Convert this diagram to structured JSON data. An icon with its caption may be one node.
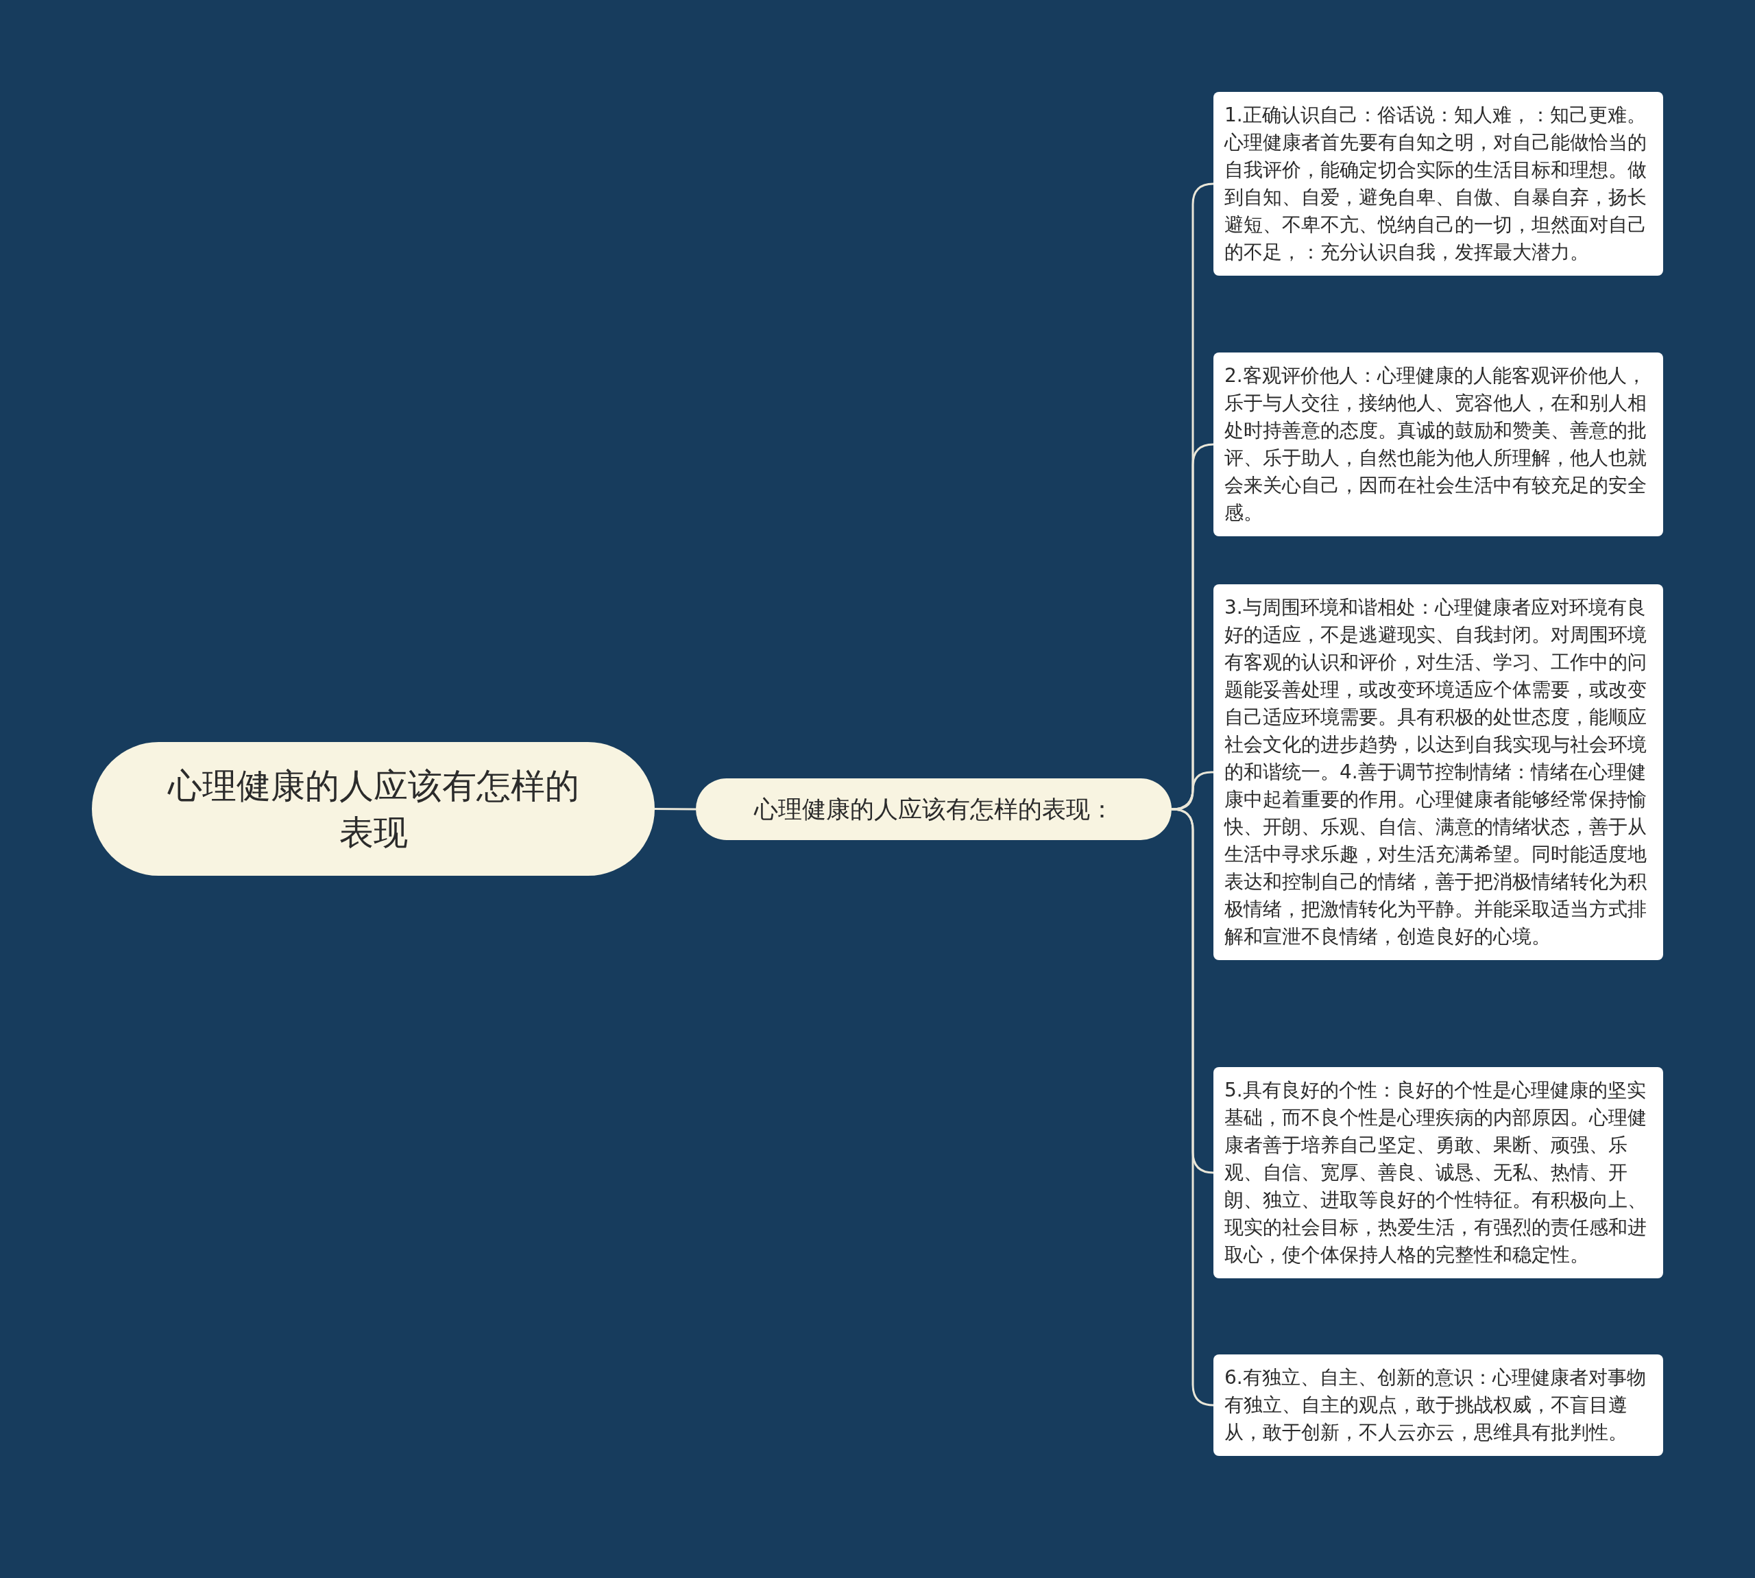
{
  "diagram": {
    "nodes": [
      {
        "text": [
          "心理健康的人应该有怎样的表现"
        ]
      },
      {
        "text": [
          "心理健康的人应该有怎样的表现："
        ]
      },
      {
        "text": [
          "1.正确认识自己：俗话说：知人难，：知己更难。心理健康者首先要有自知之明，对自己能做恰当的自我评价，能确定切合实际的生活目标和理想。做到自知、自爱，避免自卑、自傲、自暴自弃，扬长避短、不卑不亢、悦纳自己的一切，坦然面对自己的不足，：充分认识自我，发挥最大潜力。"
        ]
      },
      {
        "text": [
          "2.客观评价他人：心理健康的人能客观评价他人，乐于与人交往，接纳他人、宽容他人，在和别人相处时持善意的态度。真诚的鼓励和赞美、善意的批评、乐于助人，自然也能为他人所理解，他人也就会来关心自己，因而在社会生活中有较充足的安全感。"
        ]
      },
      {
        "text": [
          "3.与周围环境和谐相处：心理健康者应对环境有良好的适应，不是逃避现实、自我封闭。对周围环境有客观的认识和评价，对生活、学习、工作中的问题能妥善处理，或改变环境适应个体需要，或改变自己适应环境需要。具有积极的处世态度，能顺应社会文化的进步趋势，以达到自我实现与社会环境的和谐统一。4.善于调节控制情绪：情绪在心理健康中起着重要的作用。心理健康者能够经常保持愉快、开朗、乐观、自信、满意的情绪状态，善于从生活中寻求乐趣，对生活充满希望。同时能适度地表达和控制自己的情绪，善于把消极情绪转化为积极情绪，把激情转化为平静。并能采取适当方式排解和宣泄不良情绪，创造良好的心境。"
        ]
      },
      {
        "text": [
          "5.具有良好的个性：良好的个性是心理健康的坚实基础，而不良个性是心理疾病的内部原因。心理健康者善于培养自己坚定、勇敢、果断、顽强、乐观、自信、宽厚、善良、诚恳、无私、热情、开朗、独立、进取等良好的个性特征。有积极向上、现实的社会目标，热爱生活，有强烈的责任感和进取心，使个体保持人格的完整性和稳定性。"
        ]
      },
      {
        "text": [
          "6.有独立、自主、创新的意识：心理健康者对事物有独立、自主的观点，敢于挑战权威，不盲目遵从，敢于创新，不人云亦云，思维具有批判性。"
        ]
      }
    ],
    "edges": [
      {
        "from": 0,
        "to": 1,
        "arrow": "none"
      },
      {
        "from": 1,
        "to": 2,
        "arrow": "none"
      },
      {
        "from": 1,
        "to": 3,
        "arrow": "none"
      },
      {
        "from": 1,
        "to": 4,
        "arrow": "none"
      },
      {
        "from": 1,
        "to": 5,
        "arrow": "none"
      },
      {
        "from": 1,
        "to": 6,
        "arrow": "none"
      }
    ]
  }
}
